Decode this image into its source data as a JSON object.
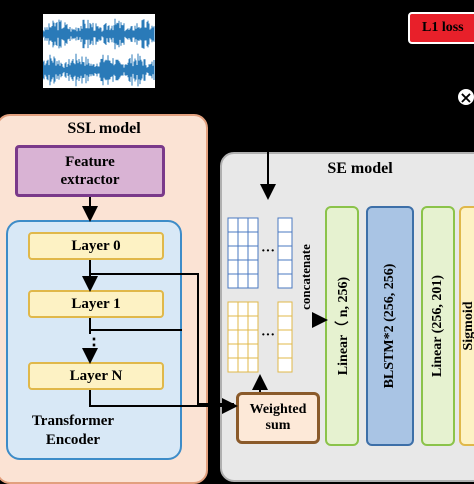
{
  "ssl_model": {
    "title": "SSL model",
    "feature_extractor": "Feature\nextractor",
    "layers": [
      "Layer 0",
      "Layer 1",
      "Layer N"
    ],
    "ellipsis": "⋮",
    "encoder_label": "Transformer\nEncoder"
  },
  "se_model": {
    "title": "SE model",
    "concatenate": "concatenate",
    "weighted_sum": "Weighted\nsum",
    "linear1": "Linear（ n, 256)",
    "blstm": "BLSTM*2 (256, 256)",
    "linear2": "Linear (256, 201)",
    "sigmoid": "Sigmoid",
    "dots": "···"
  },
  "loss": {
    "label": "L1 loss"
  },
  "colors": {
    "ssl_bg": "#fbe3d4",
    "encoder_bg": "#d8e8f6",
    "layer_bg": "#fdf2c4",
    "feature_bg": "#d9b3d4",
    "se_bg": "#e8e8e8",
    "linear_bg": "#e6f2d0",
    "blstm_bg": "#a9c4e4",
    "sigmoid_bg": "#fdf2c4",
    "loss_bg": "#e8202a",
    "grid_blue": "#4a78c0",
    "grid_yellow": "#e0b84a"
  },
  "icons": {
    "multiply": "multiply-icon",
    "waveform": "waveform-icon"
  }
}
